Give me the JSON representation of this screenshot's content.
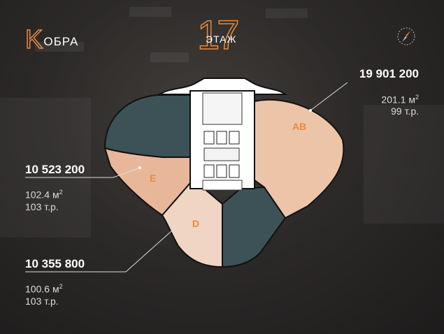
{
  "brand": {
    "logo_letter": "K",
    "logo_text": "ОБРА"
  },
  "floor": {
    "number": "17",
    "label": "ЭТАЖ"
  },
  "colors": {
    "accent": "#e98a3e",
    "unit_sold": "#3c5257",
    "unit_ab": "#ecc4a8",
    "unit_d": "#f0d4c4",
    "unit_e": "#e8b79a"
  },
  "icons": {
    "compass": "compass-icon"
  },
  "units": [
    {
      "id": "AB",
      "price": "19 901 200",
      "area": "201.1",
      "area_unit": "м",
      "price_per_m": "99 т.р."
    },
    {
      "id": "E",
      "price": "10 523 200",
      "area": "102.4",
      "area_unit": "м",
      "price_per_m": "103 т.р."
    },
    {
      "id": "D",
      "price": "10 355 800",
      "area": "100.6",
      "area_unit": "м",
      "price_per_m": "103 т.р."
    }
  ]
}
